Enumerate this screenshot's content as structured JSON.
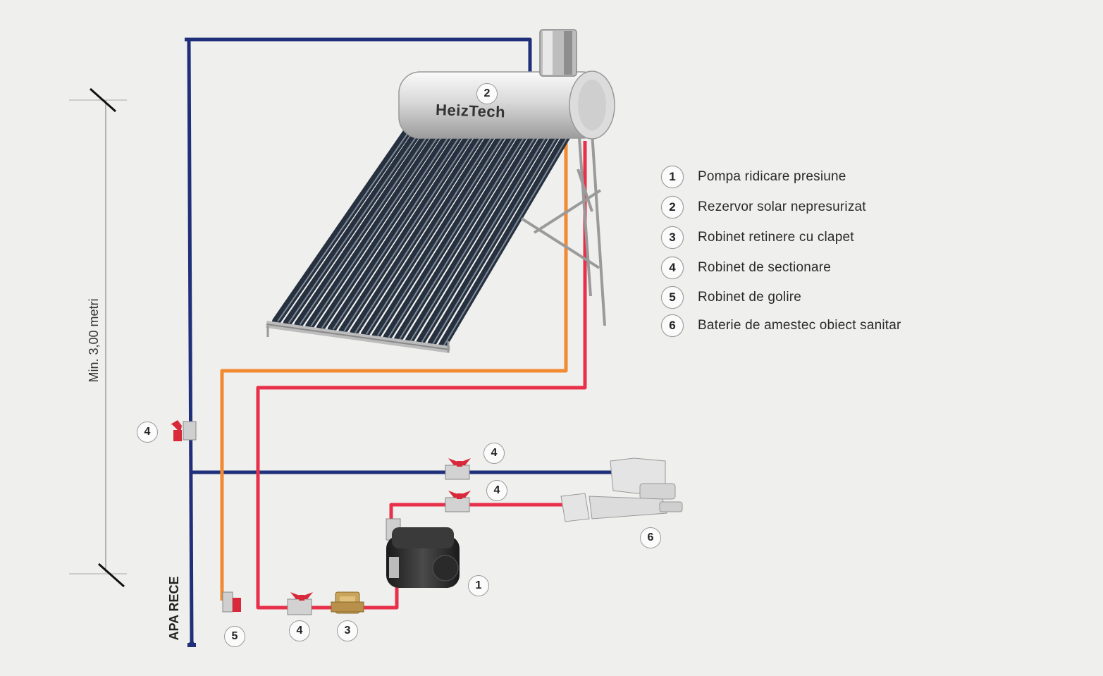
{
  "brand": {
    "logo_text": "HeizTech"
  },
  "dimension": {
    "label": "Min. 3,00 metri"
  },
  "inlet": {
    "label": "APA RECE"
  },
  "legend": [
    {
      "number": "1",
      "text": "Pompa ridicare presiune"
    },
    {
      "number": "2",
      "text": "Rezervor solar nepresurizat"
    },
    {
      "number": "3",
      "text": "Robinet retinere cu clapet"
    },
    {
      "number": "4",
      "text": "Robinet de sectionare"
    },
    {
      "number": "5",
      "text": "Robinet de golire"
    },
    {
      "number": "6",
      "text": "Baterie de amestec obiect sanitar"
    }
  ],
  "callouts": {
    "tank": "2",
    "valve_riser": "4",
    "valve_cold_branch": "4",
    "valve_hot_branch": "4",
    "pump": "1",
    "valve_pump_inlet": "4",
    "check_valve": "3",
    "drain_valve": "5",
    "mixer": "6"
  },
  "colors": {
    "cold_pipe": "#1f2f7a",
    "hot_pipe": "#e8304a",
    "overflow_pipe": "#f28a32",
    "valve_handle": "#d8283a",
    "pump_body": "#2b2b2b",
    "check_valve_body": "#c9a45a"
  }
}
